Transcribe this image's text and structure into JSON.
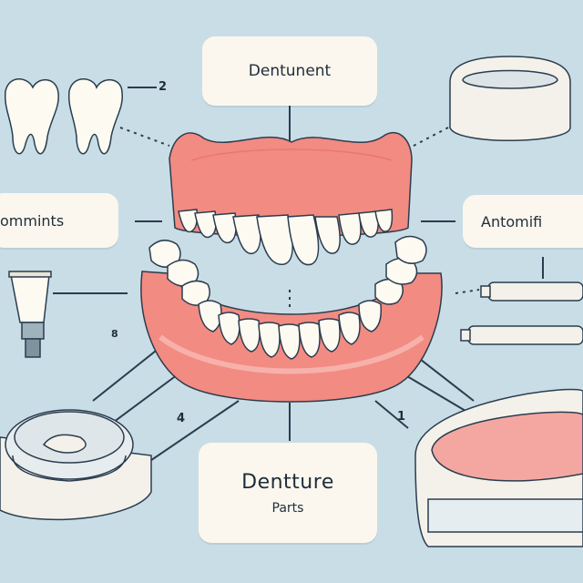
{
  "labels": {
    "top": "Dentunent",
    "left": "ommints",
    "right": "Antomifi",
    "bottom_line1": "Dentture",
    "bottom_line2": "Parts"
  },
  "numbers": {
    "n2": "2",
    "n4": "4",
    "n8": "8",
    "n1": "1"
  },
  "colors": {
    "background": "#c9dde6",
    "gum": "#f28b82",
    "tooth": "#fdfaf2",
    "outline": "#2a3d4f",
    "card": "#fbf7ee"
  }
}
